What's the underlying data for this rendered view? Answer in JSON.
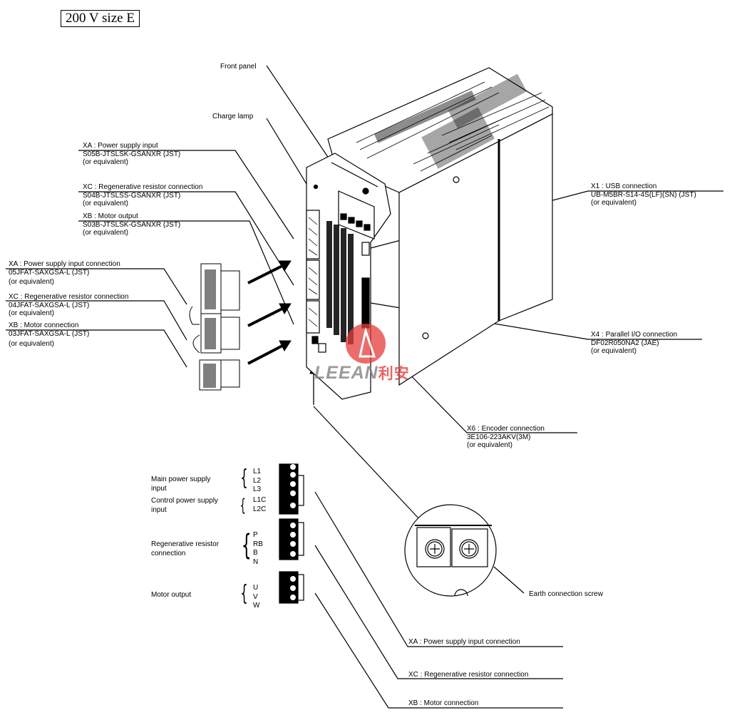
{
  "title": "200 V size E",
  "callouts": {
    "front_panel": "Front panel",
    "charge_lamp": "Charge lamp",
    "earth_screw": "Earth connection screw"
  },
  "unit_connectors": [
    {
      "heading": "XA :  Power supply input",
      "part": "S05B-JTSLSK-GSANXR (JST)",
      "note": "(or equivalent)"
    },
    {
      "heading": "XC :  Regenerative resistor connection",
      "part": "S04B-JTSLSS-GSANXR (JST)",
      "note": "(or equivalent)"
    },
    {
      "heading": "XB :  Motor output",
      "part": "S03B-JTSLSK-GSANXR (JST)",
      "note": "(or equivalent)"
    }
  ],
  "plug_connectors": [
    {
      "heading": "XA : Power supply input connection",
      "part": "05JFAT-SAXGSA-L (JST)",
      "note": "(or equivalent)"
    },
    {
      "heading": "XC : Regenerative resistor connection",
      "part": "04JFAT-SAXGSA-L (JST)",
      "note": "(or equivalent)"
    },
    {
      "heading": "XB : Motor connection",
      "part": "03JFAT-SAXGSA-L (JST)",
      "note": "(or equivalent)"
    }
  ],
  "right_connectors": [
    {
      "heading": "X1 : USB connection",
      "part": "UB-M5BR-S14-4S(LF)(SN) (JST)",
      "note": "(or equivalent)"
    },
    {
      "heading": "X4 : Parallel I/O connection",
      "part": "DF02R050NA2 (JAE)",
      "note": "(or equivalent)"
    },
    {
      "heading": "X6 : Encoder connection",
      "part": "3E106-223AKV(3M)",
      "note": "(or equivalent)"
    }
  ],
  "pin_groups": [
    {
      "label_1": "Main power supply",
      "label_2": "input",
      "pins": [
        "L1",
        "L2",
        "L3"
      ]
    },
    {
      "label_1": "Control power supply",
      "label_2": "input",
      "pins": [
        "L1C",
        "L2C"
      ]
    },
    {
      "label_1": "Regenerative resistor",
      "label_2": "connection",
      "pins": [
        "P",
        "RB",
        "B",
        "N"
      ]
    },
    {
      "label_1": "Motor output",
      "label_2": "",
      "pins": [
        "U",
        "V",
        "W"
      ]
    }
  ],
  "bottom_labels": [
    "XA : Power supply input connection",
    "XC : Regenerative resistor connection",
    "XB : Motor connection"
  ],
  "watermark": {
    "latin": "LEEAN",
    "cn": "利安"
  },
  "colors": {
    "line": "#000000",
    "watermark_red": "#e63c3c"
  }
}
